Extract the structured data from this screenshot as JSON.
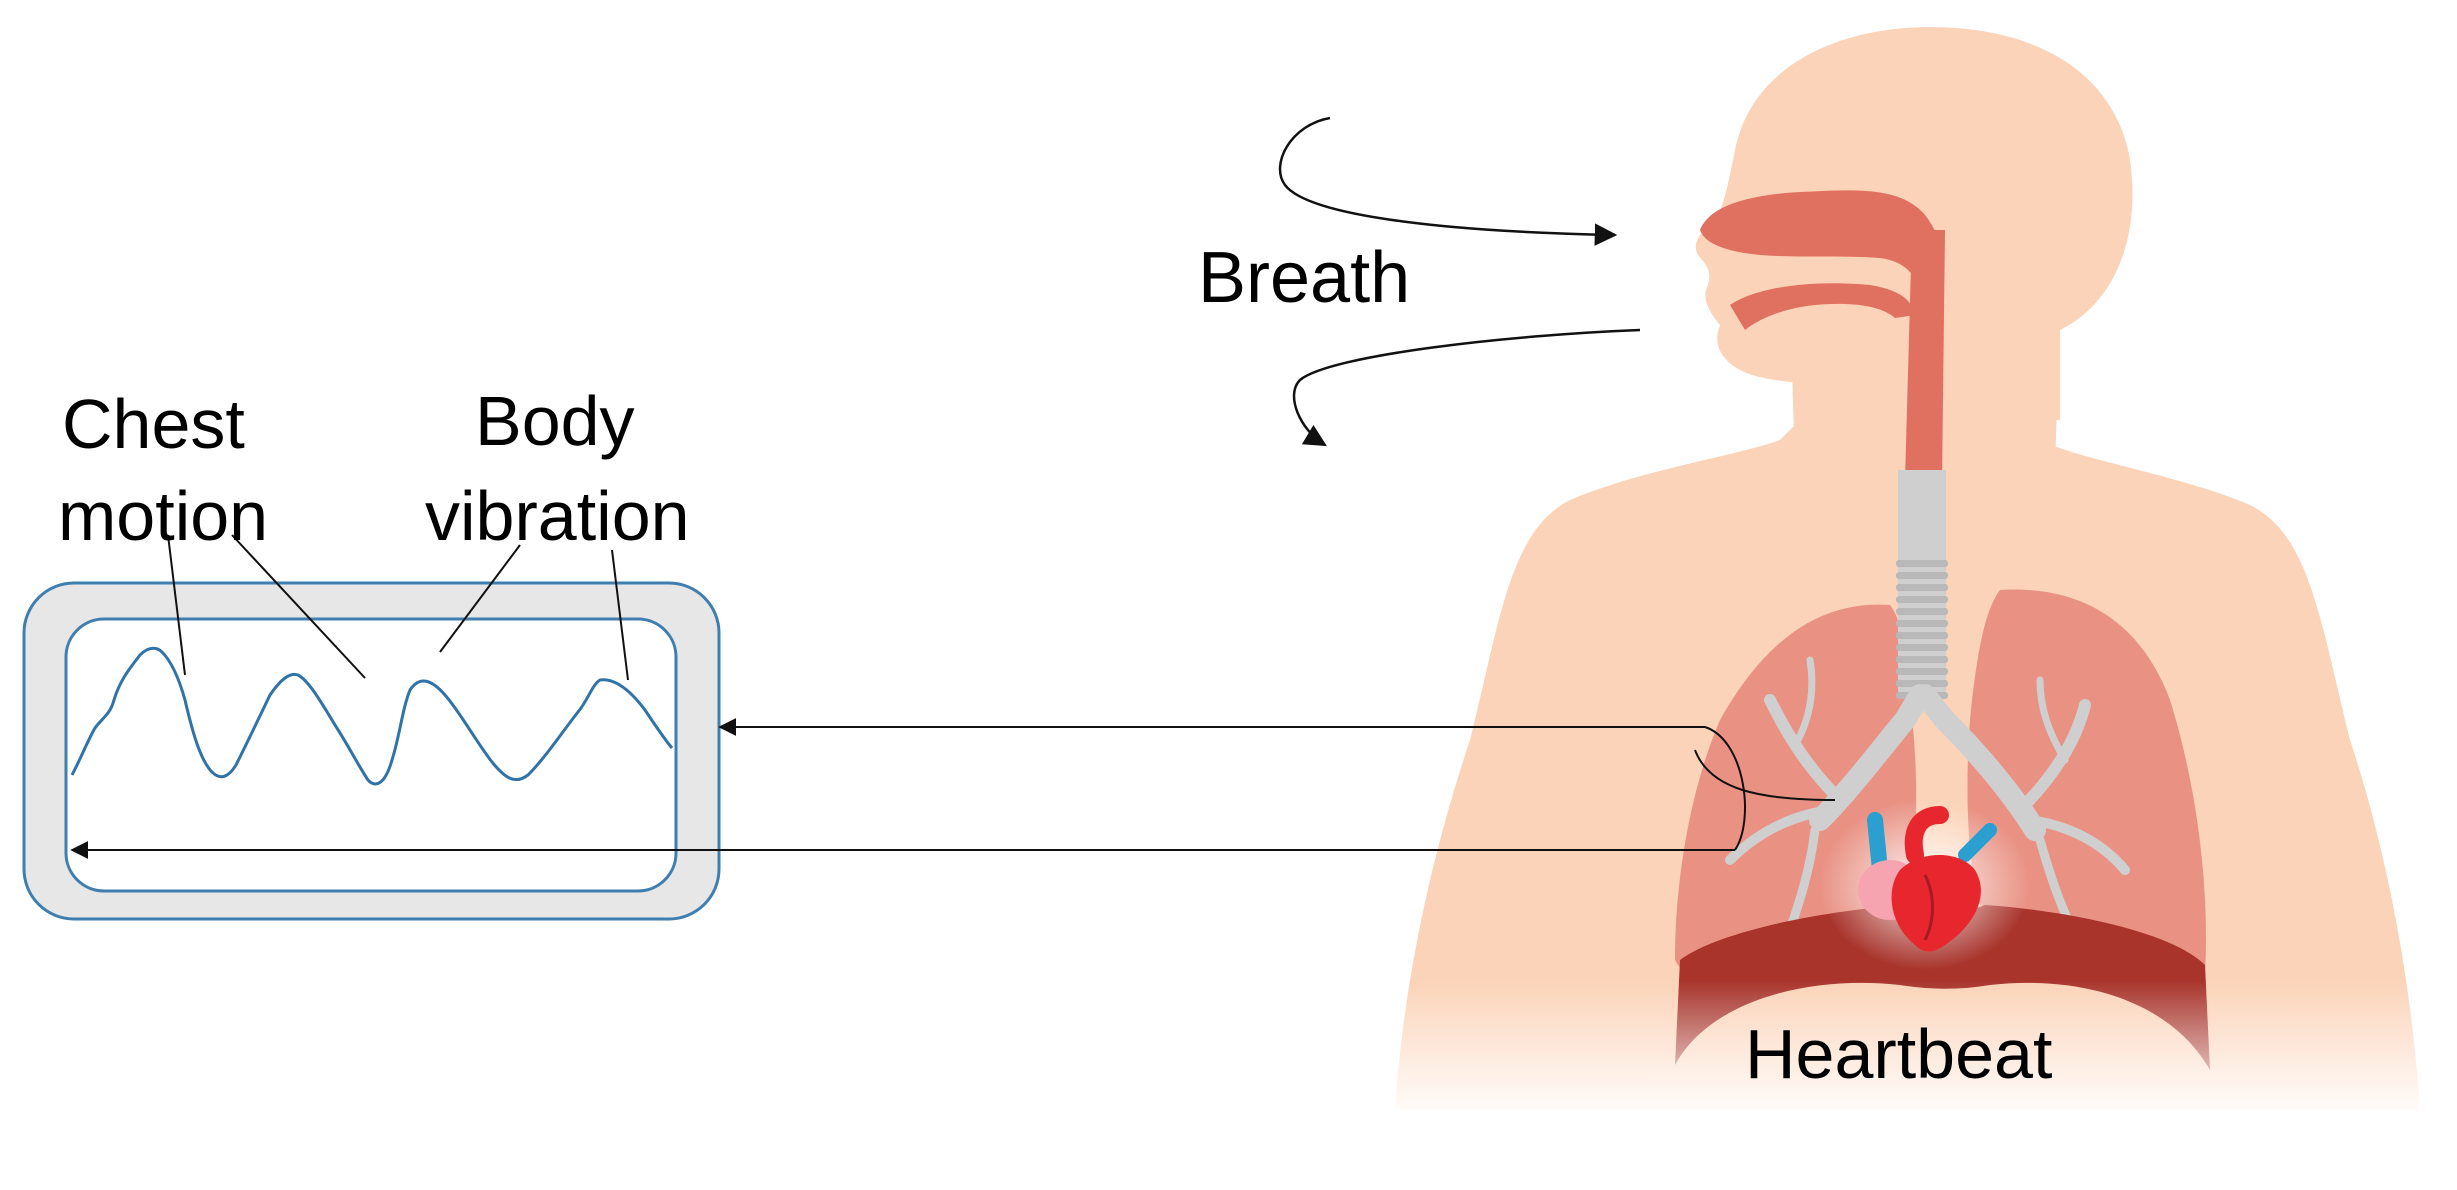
{
  "labels": {
    "breath": "Breath",
    "chest_motion_line1": "Chest",
    "chest_motion_line2": "motion",
    "body_vibration_line1": "Body",
    "body_vibration_line2": "vibration",
    "heartbeat": "Heartbeat"
  },
  "colors": {
    "skin": "#fbd3b8",
    "airway": "#e0705f",
    "lung": "#e99284",
    "lung_dark": "#d9705f",
    "bronchi": "#cfcfcf",
    "trachea_ring": "#b8b8b8",
    "diaphragm": "#a8342c",
    "heart_red": "#e8262e",
    "heart_pink": "#f5a4b0",
    "vessel_blue": "#2a9fd0",
    "signal_blue": "#2f73a8",
    "device_fill": "#e7e7e7",
    "device_stroke": "#3f7fb0",
    "arrow": "#111111"
  },
  "icons": {
    "wave_icon": "radar-signal-waveform",
    "person": "human-respiratory-anatomy",
    "heart": "heart-icon"
  }
}
